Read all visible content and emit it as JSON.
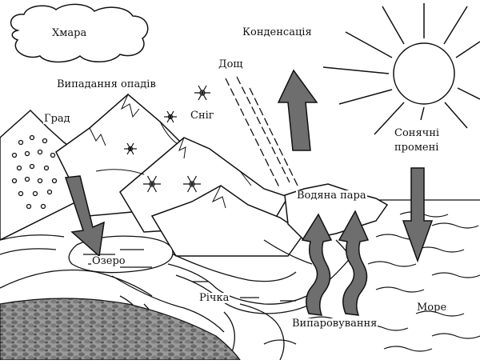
{
  "labels": {
    "cloud": "Хмара",
    "condensation": "Конденсація",
    "rain": "Дощ",
    "precipitation": "Випадання опадів",
    "hail": "Град",
    "snow": "Сніг",
    "sun_rays_line1": "Сонячні",
    "sun_rays_line2": "промені",
    "water_vapor": "Водяна пара",
    "lake": "Озеро",
    "river": "Річка",
    "sea": "Море",
    "evaporation": "Випаровування"
  },
  "colors": {
    "line": "#111111",
    "arrow_fill": "#6e6e6e",
    "background": "#ffffff",
    "rock": "#8a8a8a"
  },
  "icons": [
    "cloud-icon",
    "sun-icon",
    "snowflake-icon",
    "rain-streaks",
    "hail-dots",
    "wavy-arrow-icon"
  ]
}
